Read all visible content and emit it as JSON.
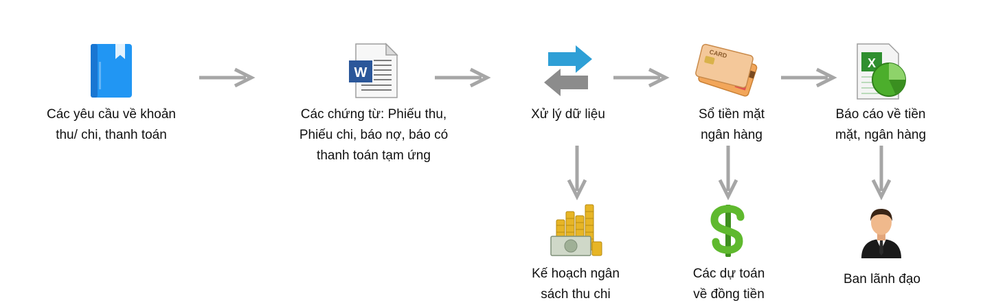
{
  "nodes": {
    "requests": {
      "label": "Các yêu cầu về khoản\nthu/ chi, thanh toán",
      "icon": "book-icon"
    },
    "documents": {
      "label": "Các chứng từ: Phiếu thu,\nPhiếu chi, báo nợ, báo có\nthanh toán tạm ứng",
      "icon": "word-document-icon"
    },
    "processing": {
      "label": "Xử lý dữ liệu",
      "icon": "exchange-arrows-icon"
    },
    "ledger": {
      "label": "Sổ tiền mặt\nngân hàng",
      "icon": "credit-cards-icon"
    },
    "report": {
      "label": "Báo cáo về tiền\nmặt, ngân hàng",
      "icon": "spreadsheet-chart-icon"
    },
    "budget_plan": {
      "label": "Kế hoạch ngân\nsách thu chi",
      "icon": "coins-cash-icon"
    },
    "cash_forecast": {
      "label": "Các dự toán\nvề đồng tiền",
      "icon": "dollar-sign-icon"
    },
    "management": {
      "label": "Ban lãnh đạo",
      "icon": "businessman-icon"
    }
  },
  "colors": {
    "arrow": "#a6a6a6",
    "book": "#2196f3",
    "word": "#2b579a",
    "exchange_blue": "#2e9fd6",
    "exchange_gray": "#8c8c8c",
    "gold": "#e7b526",
    "dollar_green": "#5fb92e",
    "excel_green": "#2f8f2f"
  }
}
